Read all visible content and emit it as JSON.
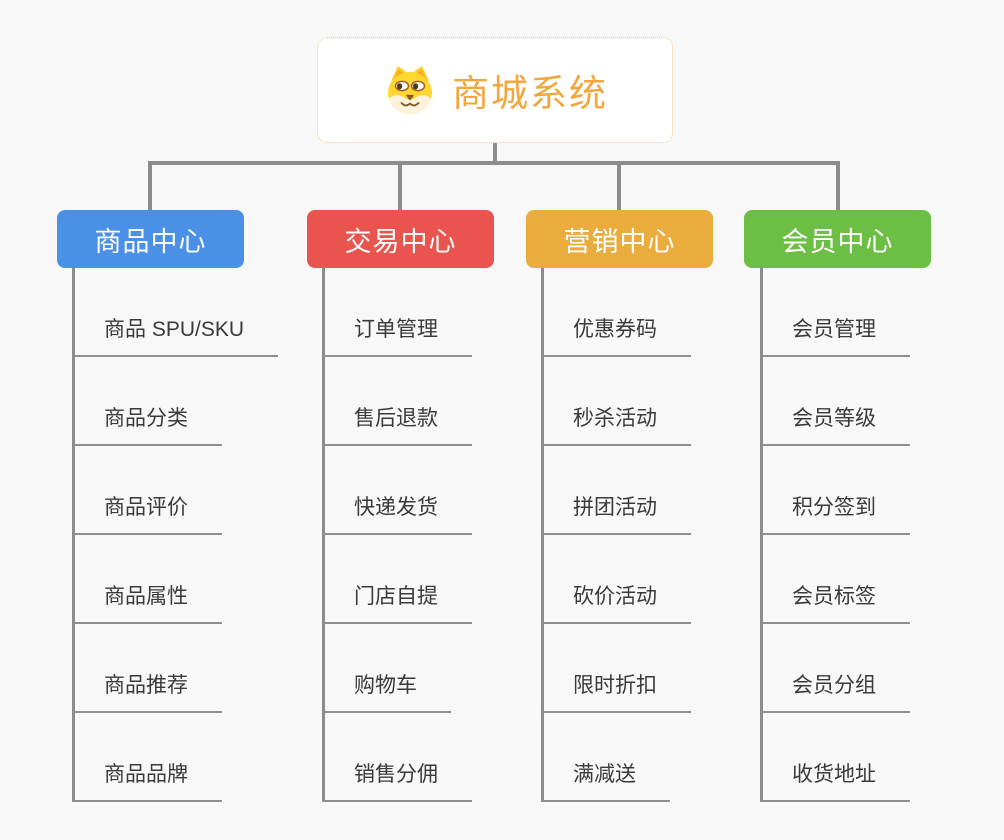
{
  "root": {
    "title": "商城系统",
    "icon": "dog-face-icon",
    "accent_color": "#f2a63c",
    "border_color": "#f5c778",
    "background": "#ffffff"
  },
  "connector_color": "#8c8c8c",
  "underline_color": "#8f8f8f",
  "child_text_color": "#3a3a3a",
  "page_background": "#f8f8f8",
  "branches": [
    {
      "label": "商品中心",
      "color": "#4a90e6",
      "children": [
        "商品 SPU/SKU",
        "商品分类",
        "商品评价",
        "商品属性",
        "商品推荐",
        "商品品牌"
      ]
    },
    {
      "label": "交易中心",
      "color": "#e9544f",
      "children": [
        "订单管理",
        "售后退款",
        "快递发货",
        "门店自提",
        "购物车",
        "销售分佣"
      ]
    },
    {
      "label": "营销中心",
      "color": "#ebac3e",
      "children": [
        "优惠券码",
        "秒杀活动",
        "拼团活动",
        "砍价活动",
        "限时折扣",
        "满减送"
      ]
    },
    {
      "label": "会员中心",
      "color": "#6cbe45",
      "children": [
        "会员管理",
        "会员等级",
        "积分签到",
        "会员标签",
        "会员分组",
        "收货地址"
      ]
    }
  ]
}
